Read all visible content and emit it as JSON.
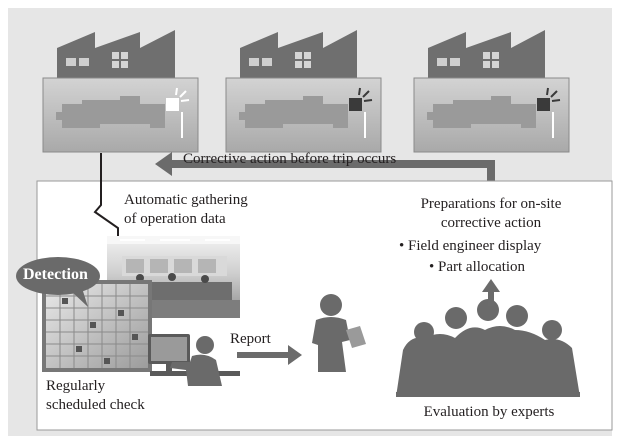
{
  "labels": {
    "corrective_before_trip": "Corrective action before trip occurs",
    "auto_gathering_line1": "Automatic gathering",
    "auto_gathering_line2": "of operation data",
    "detection": "Detection",
    "regular_check_line1": "Regularly",
    "regular_check_line2": "scheduled check",
    "report": "Report",
    "preparations_line1": "Preparations for on-site",
    "preparations_line2": "corrective action",
    "bullet_field_engineer": "• Field engineer display",
    "bullet_part_allocation": "• Part allocation",
    "evaluation": "Evaluation by experts"
  },
  "icons": [
    "factory-icon",
    "alert-light-icon",
    "control-room-photo",
    "monitor-screen-icon",
    "operator-silhouette-icon",
    "reader-silhouette-icon",
    "experts-group-icon",
    "speech-bubble-icon"
  ],
  "colors": {
    "outer_panel": "#e6e6e6",
    "inner_panel": "#ffffff",
    "factory_dark": "#6d6d6d",
    "plant_box": "#bdbdbd",
    "arrow": "#6b6b6b",
    "alert_active": "#ffffff",
    "alert_idle": "#3a3a3a",
    "silhouette": "#6a6a6a"
  }
}
